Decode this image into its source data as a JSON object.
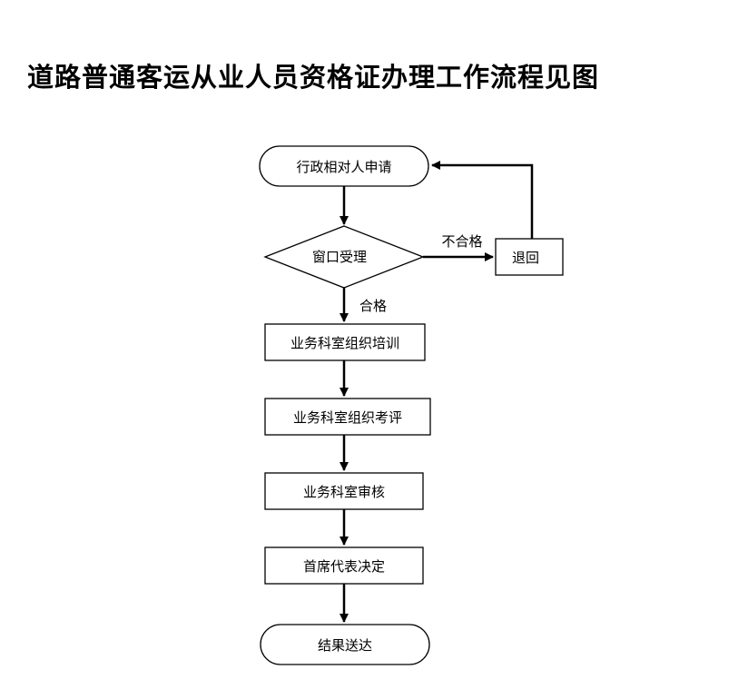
{
  "title": "道路普通客运从业人员资格证办理工作流程见图",
  "flow": {
    "start": "行政相对人申请",
    "decision": "窗口受理",
    "fail_label": "不合格",
    "reject_box": "退回",
    "pass_label": "合格",
    "step_training": "业务科室组织培训",
    "step_exam": "业务科室组织考评",
    "step_review": "业务科室审核",
    "step_decision": "首席代表决定",
    "end": "结果送达"
  }
}
